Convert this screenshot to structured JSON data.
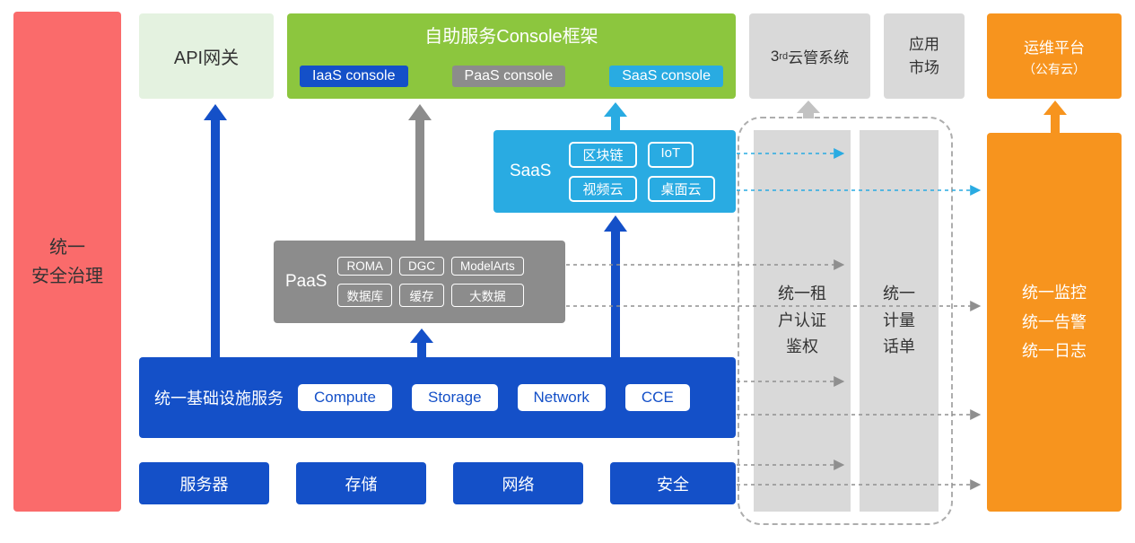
{
  "palette": {
    "red": "#FA6B6B",
    "api_green": "#E4F2E0",
    "console_green": "#8CC63E",
    "blue": "#1450C8",
    "gray": "#8C8C8C",
    "light_gray": "#D9D9D9",
    "cyan": "#29ABE2",
    "orange": "#F7941E"
  },
  "security_bar": {
    "label": "统一\n安全治理"
  },
  "api_gateway": {
    "label": "API网关"
  },
  "console_frame": {
    "title": "自助服务Console框架",
    "buttons": [
      {
        "label": "IaaS console",
        "color": "#1450C8"
      },
      {
        "label": "PaaS console",
        "color": "#8C8C8C"
      },
      {
        "label": "SaaS console",
        "color": "#29ABE2"
      }
    ]
  },
  "third_party_cloud": {
    "prefix": "3",
    "sup": "rd",
    "suffix": "云管系统"
  },
  "app_market": {
    "label": "应用\n市场"
  },
  "ops_platform": {
    "line1": "运维平台",
    "line2": "（公有云）"
  },
  "saas": {
    "label": "SaaS",
    "chips": [
      "区块链",
      "IoT",
      "视频云",
      "桌面云"
    ]
  },
  "paas": {
    "label": "PaaS",
    "chips": [
      "ROMA",
      "DGC",
      "ModelArts",
      "数据库",
      "缓存",
      "大数据"
    ]
  },
  "infra": {
    "label": "统一基础设施服务",
    "chips": [
      "Compute",
      "Storage",
      "Network",
      "CCE"
    ]
  },
  "bottom_row": [
    "服务器",
    "存储",
    "网络",
    "安全"
  ],
  "auth_bar": {
    "label": "统一租\n户认证\n鉴权"
  },
  "metering_bar": {
    "label": "统一\n计量\n话单"
  },
  "monitoring": {
    "label": "统一监控\n统一告警\n统一日志"
  }
}
